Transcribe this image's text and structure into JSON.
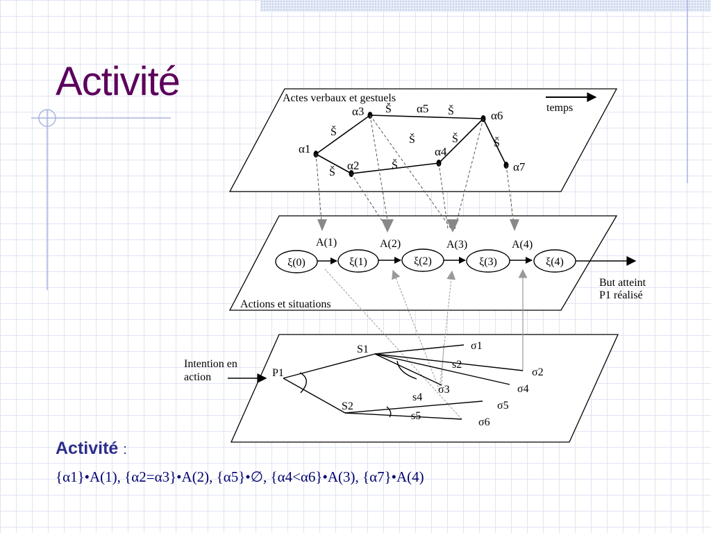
{
  "title": "Activité",
  "planes": {
    "top_label": "Actes verbaux et gestuels",
    "middle_label": "Actions et situations"
  },
  "time_label": "temps",
  "acts": [
    {
      "id": "a1",
      "label": "α1"
    },
    {
      "id": "a2",
      "label": "α2"
    },
    {
      "id": "a3",
      "label": "α3"
    },
    {
      "id": "a4",
      "label": "α4"
    },
    {
      "id": "a5",
      "label": "α5"
    },
    {
      "id": "a6",
      "label": "α6"
    },
    {
      "id": "a7",
      "label": "α7"
    }
  ],
  "edge_mark": "Š",
  "actions": [
    "A(1)",
    "A(2)",
    "A(3)",
    "A(4)"
  ],
  "situations": [
    "ξ(0)",
    "ξ(1)",
    "ξ(2)",
    "ξ(3)",
    "ξ(4)"
  ],
  "goal_label": [
    "But atteint",
    "P1 réalisé"
  ],
  "intention_label": [
    "Intention en",
    "action"
  ],
  "plan": {
    "P1": "P1",
    "S1": "S1",
    "S2": "S2",
    "s2": "s2",
    "s4": "s4",
    "s5": "s5",
    "sigma1": "σ1",
    "sigma2": "σ2",
    "sigma3": "σ3",
    "sigma4": "σ4",
    "sigma5": "σ5",
    "sigma6": "σ6"
  },
  "caption": {
    "heading": "Activité",
    "colon": ":",
    "formula": "{α1}•A(1), {α2=α3}•A(2), {α5}•∅, {α4<α6}•A(3), {α7}•A(4)"
  },
  "colors": {
    "title": "#5c005c",
    "caption_heading": "#2d2d8c",
    "caption_formula": "#00006e",
    "decor_lines": "#aab4e0"
  }
}
